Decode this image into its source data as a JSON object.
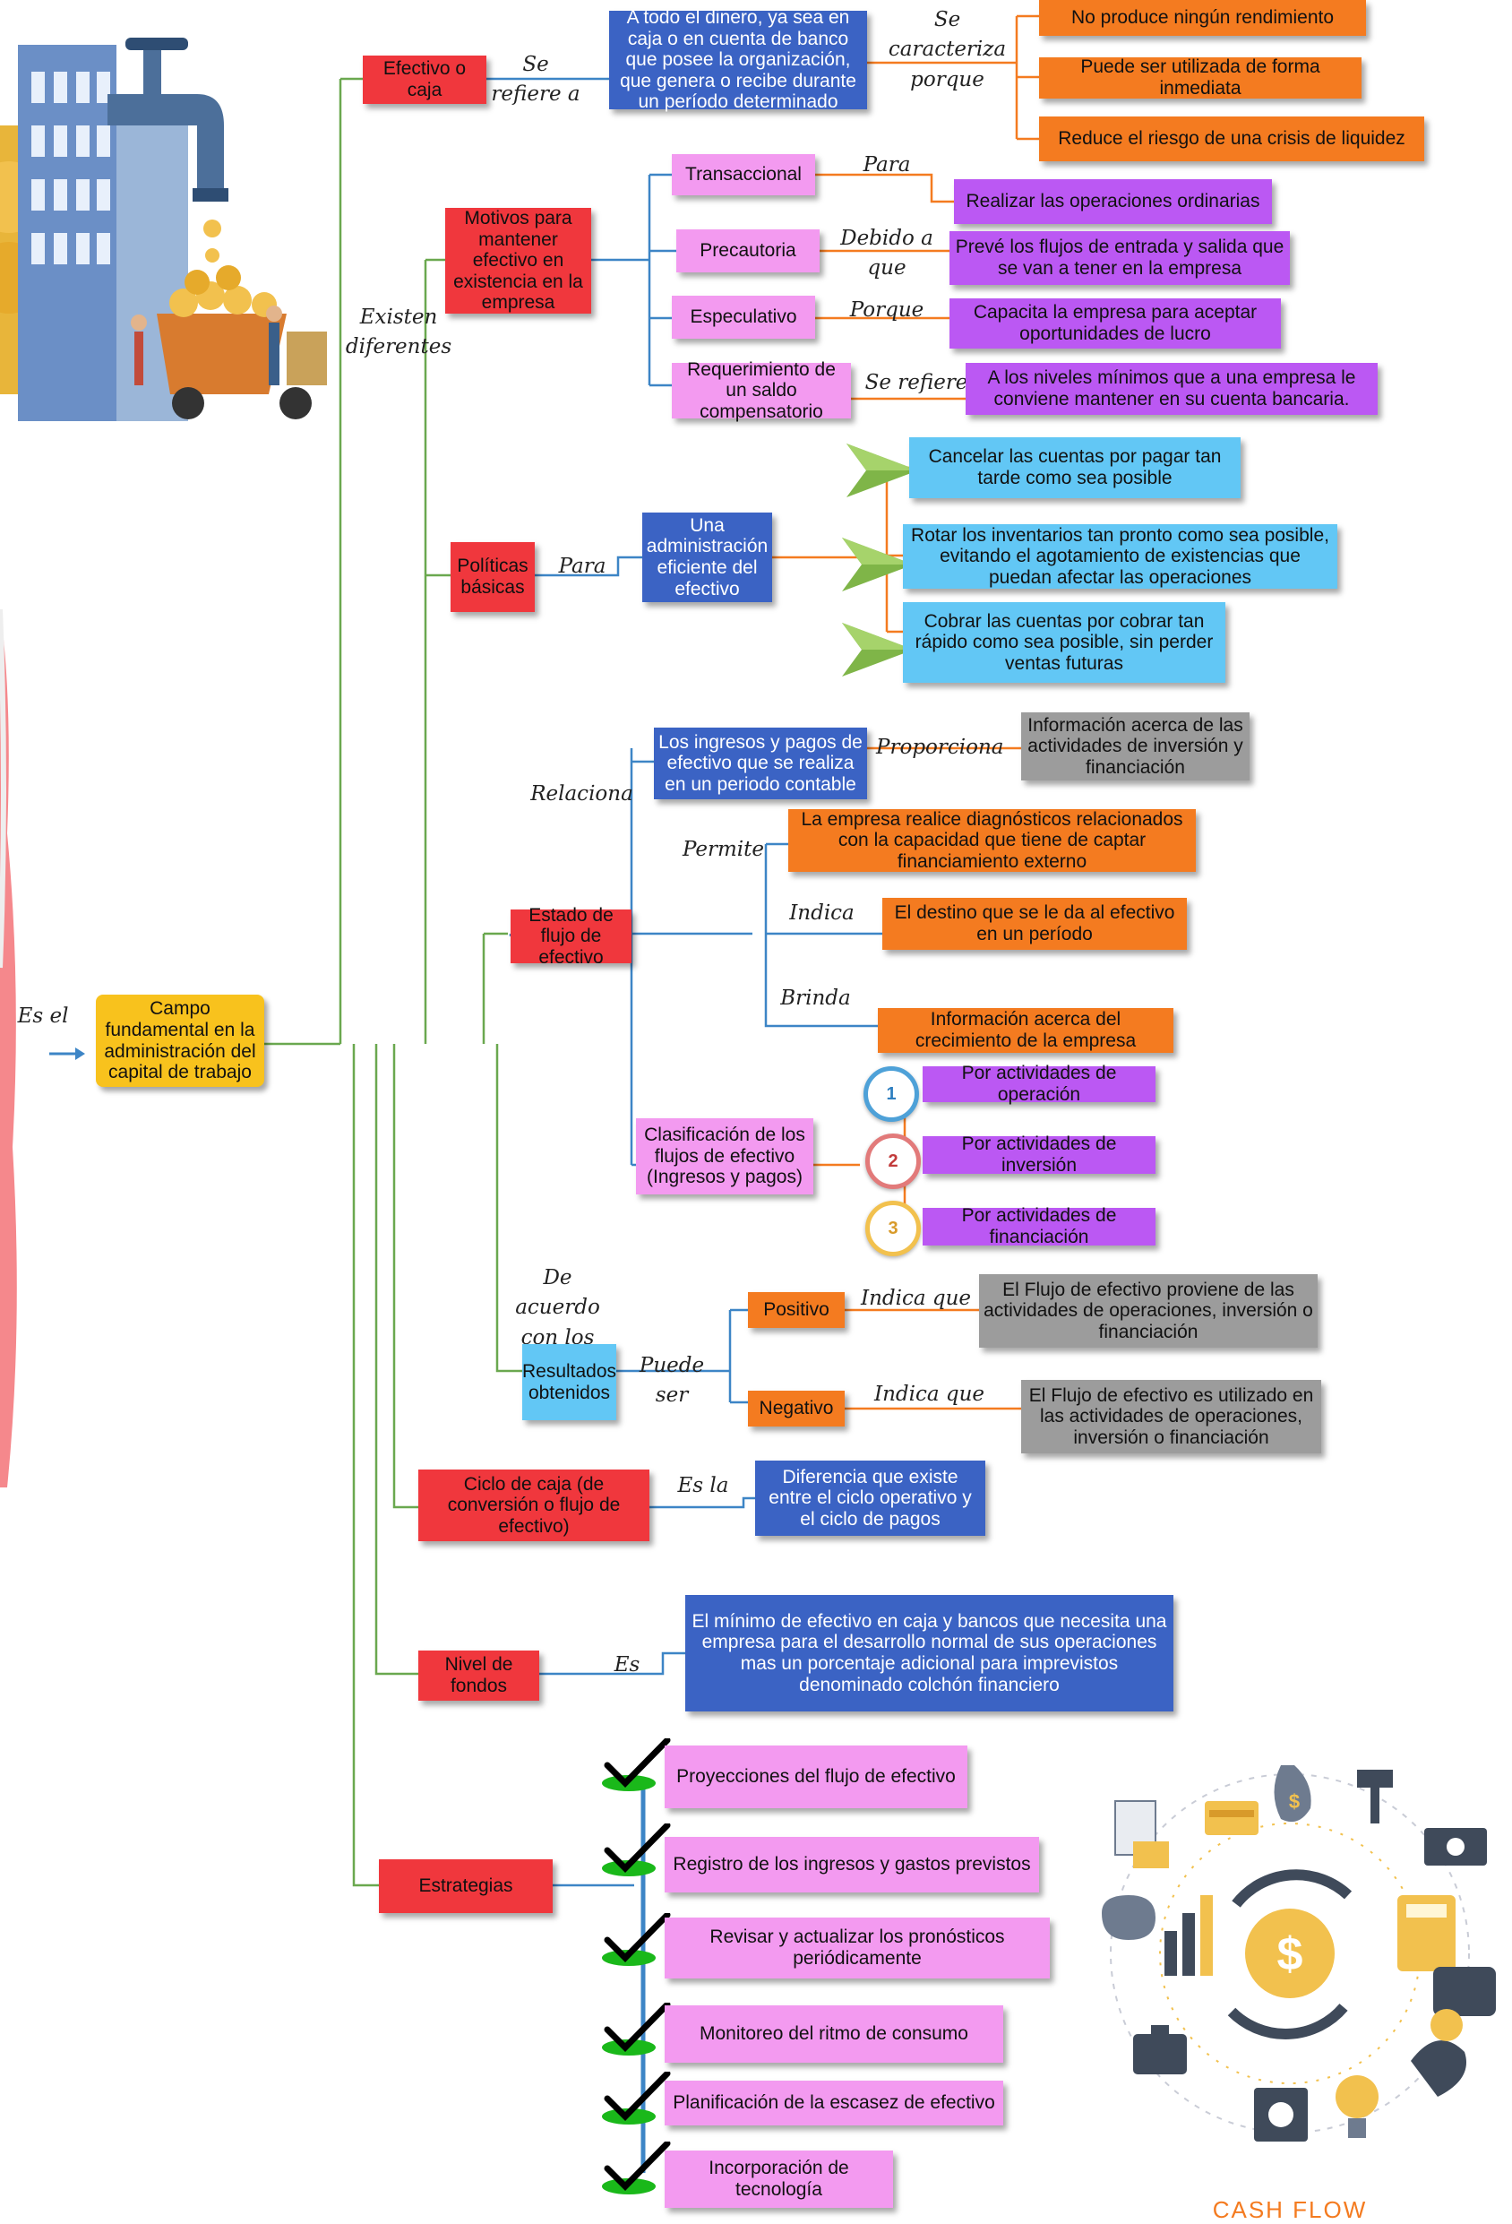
{
  "root": {
    "link": "Es el",
    "label": "Campo fundamental en la administración del capital de trabajo"
  },
  "efectivo": {
    "title": "Efectivo o caja",
    "link1": "Se refiere a",
    "definition": "A todo el dinero, ya sea en caja o en cuenta de banco que posee la organización, que genera o recibe durante un período determinado",
    "link2": "Se caracteriza porque",
    "traits": [
      "No produce ningún rendimiento",
      "Puede ser utilizada de forma inmediata",
      "Reduce el riesgo de una crisis de liquidez"
    ]
  },
  "existen_link": "Existen diferentes",
  "motivos": {
    "title": "Motivos para mantener efectivo en existencia en la empresa",
    "items": [
      {
        "name": "Transaccional",
        "link": "Para",
        "detail": "Realizar las operaciones ordinarias"
      },
      {
        "name": "Precautoria",
        "link": "Debido a que",
        "detail": "Prevé los flujos de entrada y salida que se van a tener en la empresa"
      },
      {
        "name": "Especulativo",
        "link": "Porque",
        "detail": "Capacita la empresa para aceptar oportunidades de lucro"
      },
      {
        "name": "Requerimiento de un saldo compensatorio",
        "link": "Se refiere",
        "detail": "A los niveles mínimos que a una empresa le conviene mantener en su cuenta bancaria."
      }
    ]
  },
  "politicas": {
    "title": "Políticas básicas",
    "link": "Para",
    "goal": "Una administración eficiente del efectivo",
    "items": [
      "Cancelar las cuentas por pagar tan tarde como sea posible",
      "Rotar los inventarios tan pronto como sea posible, evitando el agotamiento de existencias que puedan afectar las operaciones",
      "Cobrar las cuentas por cobrar tan rápido como sea posible, sin perder ventas futuras"
    ]
  },
  "estado": {
    "title": "Estado de flujo de efectivo",
    "relaciona_link": "Relaciona",
    "relaciona": "Los ingresos y pagos de efectivo que se realiza en un periodo contable",
    "proporciona_link": "Proporciona",
    "proporciona": "Información acerca de las actividades de inversión y financiación",
    "permite_link": "Permite",
    "permite": "La empresa realice diagnósticos relacionados con la capacidad que tiene de captar financiamiento externo",
    "indica_link": "Indica",
    "indica": "El destino que se le da al efectivo en un período",
    "brinda_link": "Brinda",
    "brinda": "Información acerca del crecimiento de la empresa",
    "clasificacion": "Clasificación de los flujos de efectivo (Ingresos y pagos)",
    "clases": [
      {
        "num": "1",
        "label": "Por actividades de operación"
      },
      {
        "num": "2",
        "label": "Por actividades de inversión"
      },
      {
        "num": "3",
        "label": "Por actividades de financiación"
      }
    ]
  },
  "resultados": {
    "link": "De acuerdo con los",
    "title": "Resultados obtenidos",
    "link2": "Puede ser",
    "positivo": "Positivo",
    "positivo_link": "Indica que",
    "positivo_detail": "El Flujo de efectivo proviene de las actividades de operaciones, inversión o financiación",
    "negativo": "Negativo",
    "negativo_link": "Indica que",
    "negativo_detail": "El Flujo de efectivo  es utilizado en las actividades de operaciones, inversión o financiación"
  },
  "ciclo": {
    "title": "Ciclo de caja (de conversión o flujo de efectivo)",
    "link": "Es la",
    "detail": "Diferencia que existe entre el ciclo operativo y el ciclo de pagos"
  },
  "nivel": {
    "title": "Nivel de fondos",
    "link": "Es",
    "detail": "El mínimo de efectivo en caja y bancos que necesita una empresa para el desarrollo normal de sus operaciones mas un porcentaje adicional para imprevistos denominado colchón financiero"
  },
  "estrategias": {
    "title": "Estrategias",
    "items": [
      "Proyecciones del flujo de efectivo",
      "Registro de los ingresos y gastos previstos",
      "Revisar y actualizar los pronósticos periódicamente",
      "Monitoreo del ritmo de consumo",
      "Planificación de la escasez de efectivo",
      "Incorporación de tecnología"
    ]
  },
  "illustration": {
    "caption": "CASH FLOW"
  },
  "colors": {
    "red": "#f0373d",
    "blue": "#3b63c4",
    "orange": "#f47b20",
    "pink": "#f39af0",
    "purple": "#bb58f3",
    "sky": "#62c7f5",
    "gray": "#9c9c9c",
    "yellow": "#f8c21d",
    "green_line": "#6aa84f",
    "blue_line": "#3d85c6",
    "orange_line": "#f47b20"
  }
}
